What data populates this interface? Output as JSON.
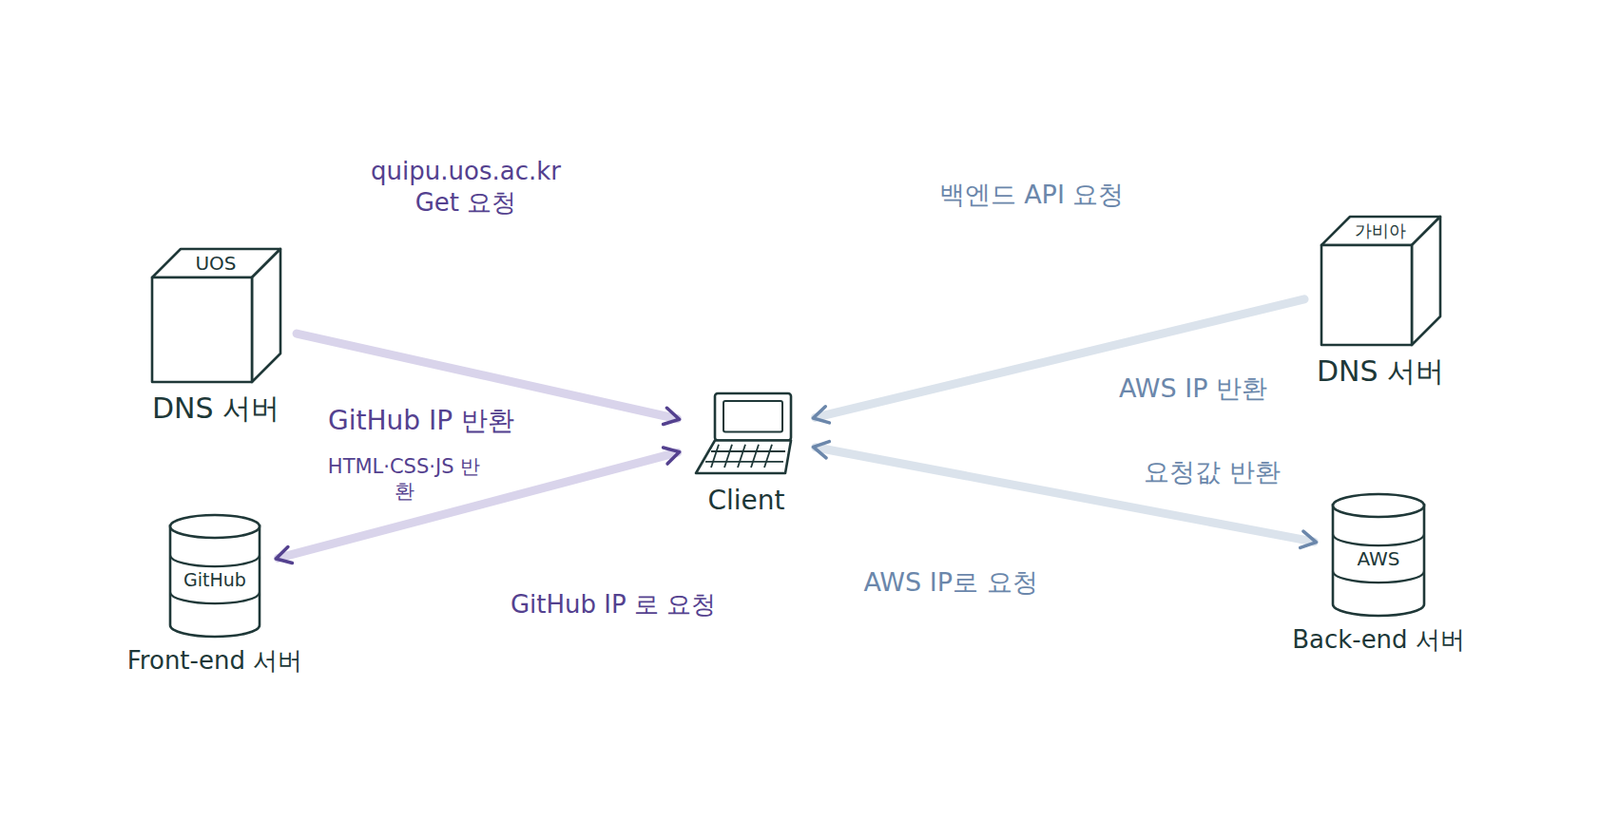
{
  "diagram": {
    "nodes": [
      {
        "text": [
          "UOS",
          "DNS 서버"
        ]
      },
      {
        "text": [
          "GitHub",
          "Front-end 서버"
        ]
      },
      {
        "text": [
          "Client"
        ]
      },
      {
        "text": [
          "가비아",
          "DNS 서버"
        ]
      },
      {
        "text": [
          "AWS",
          "Back-end 서버"
        ]
      }
    ],
    "edges": [
      {
        "from": 0,
        "to": 2,
        "label": "GitHub IP 반환",
        "arrow": "to"
      },
      {
        "from": 1,
        "to": 2,
        "label": "HTML·CSS·JS 반환",
        "arrow": "both"
      },
      {
        "from": 3,
        "to": 2,
        "label": "AWS IP 반환",
        "arrow": "to"
      },
      {
        "from": 2,
        "to": 4,
        "label": "AWS IP로 요청",
        "arrow": "both"
      }
    ],
    "labels": [
      "quipu.uos.ac.kr Get 요청",
      "GitHub IP 로 요청",
      "백엔드 API 요청",
      "요청값 반환"
    ]
  }
}
